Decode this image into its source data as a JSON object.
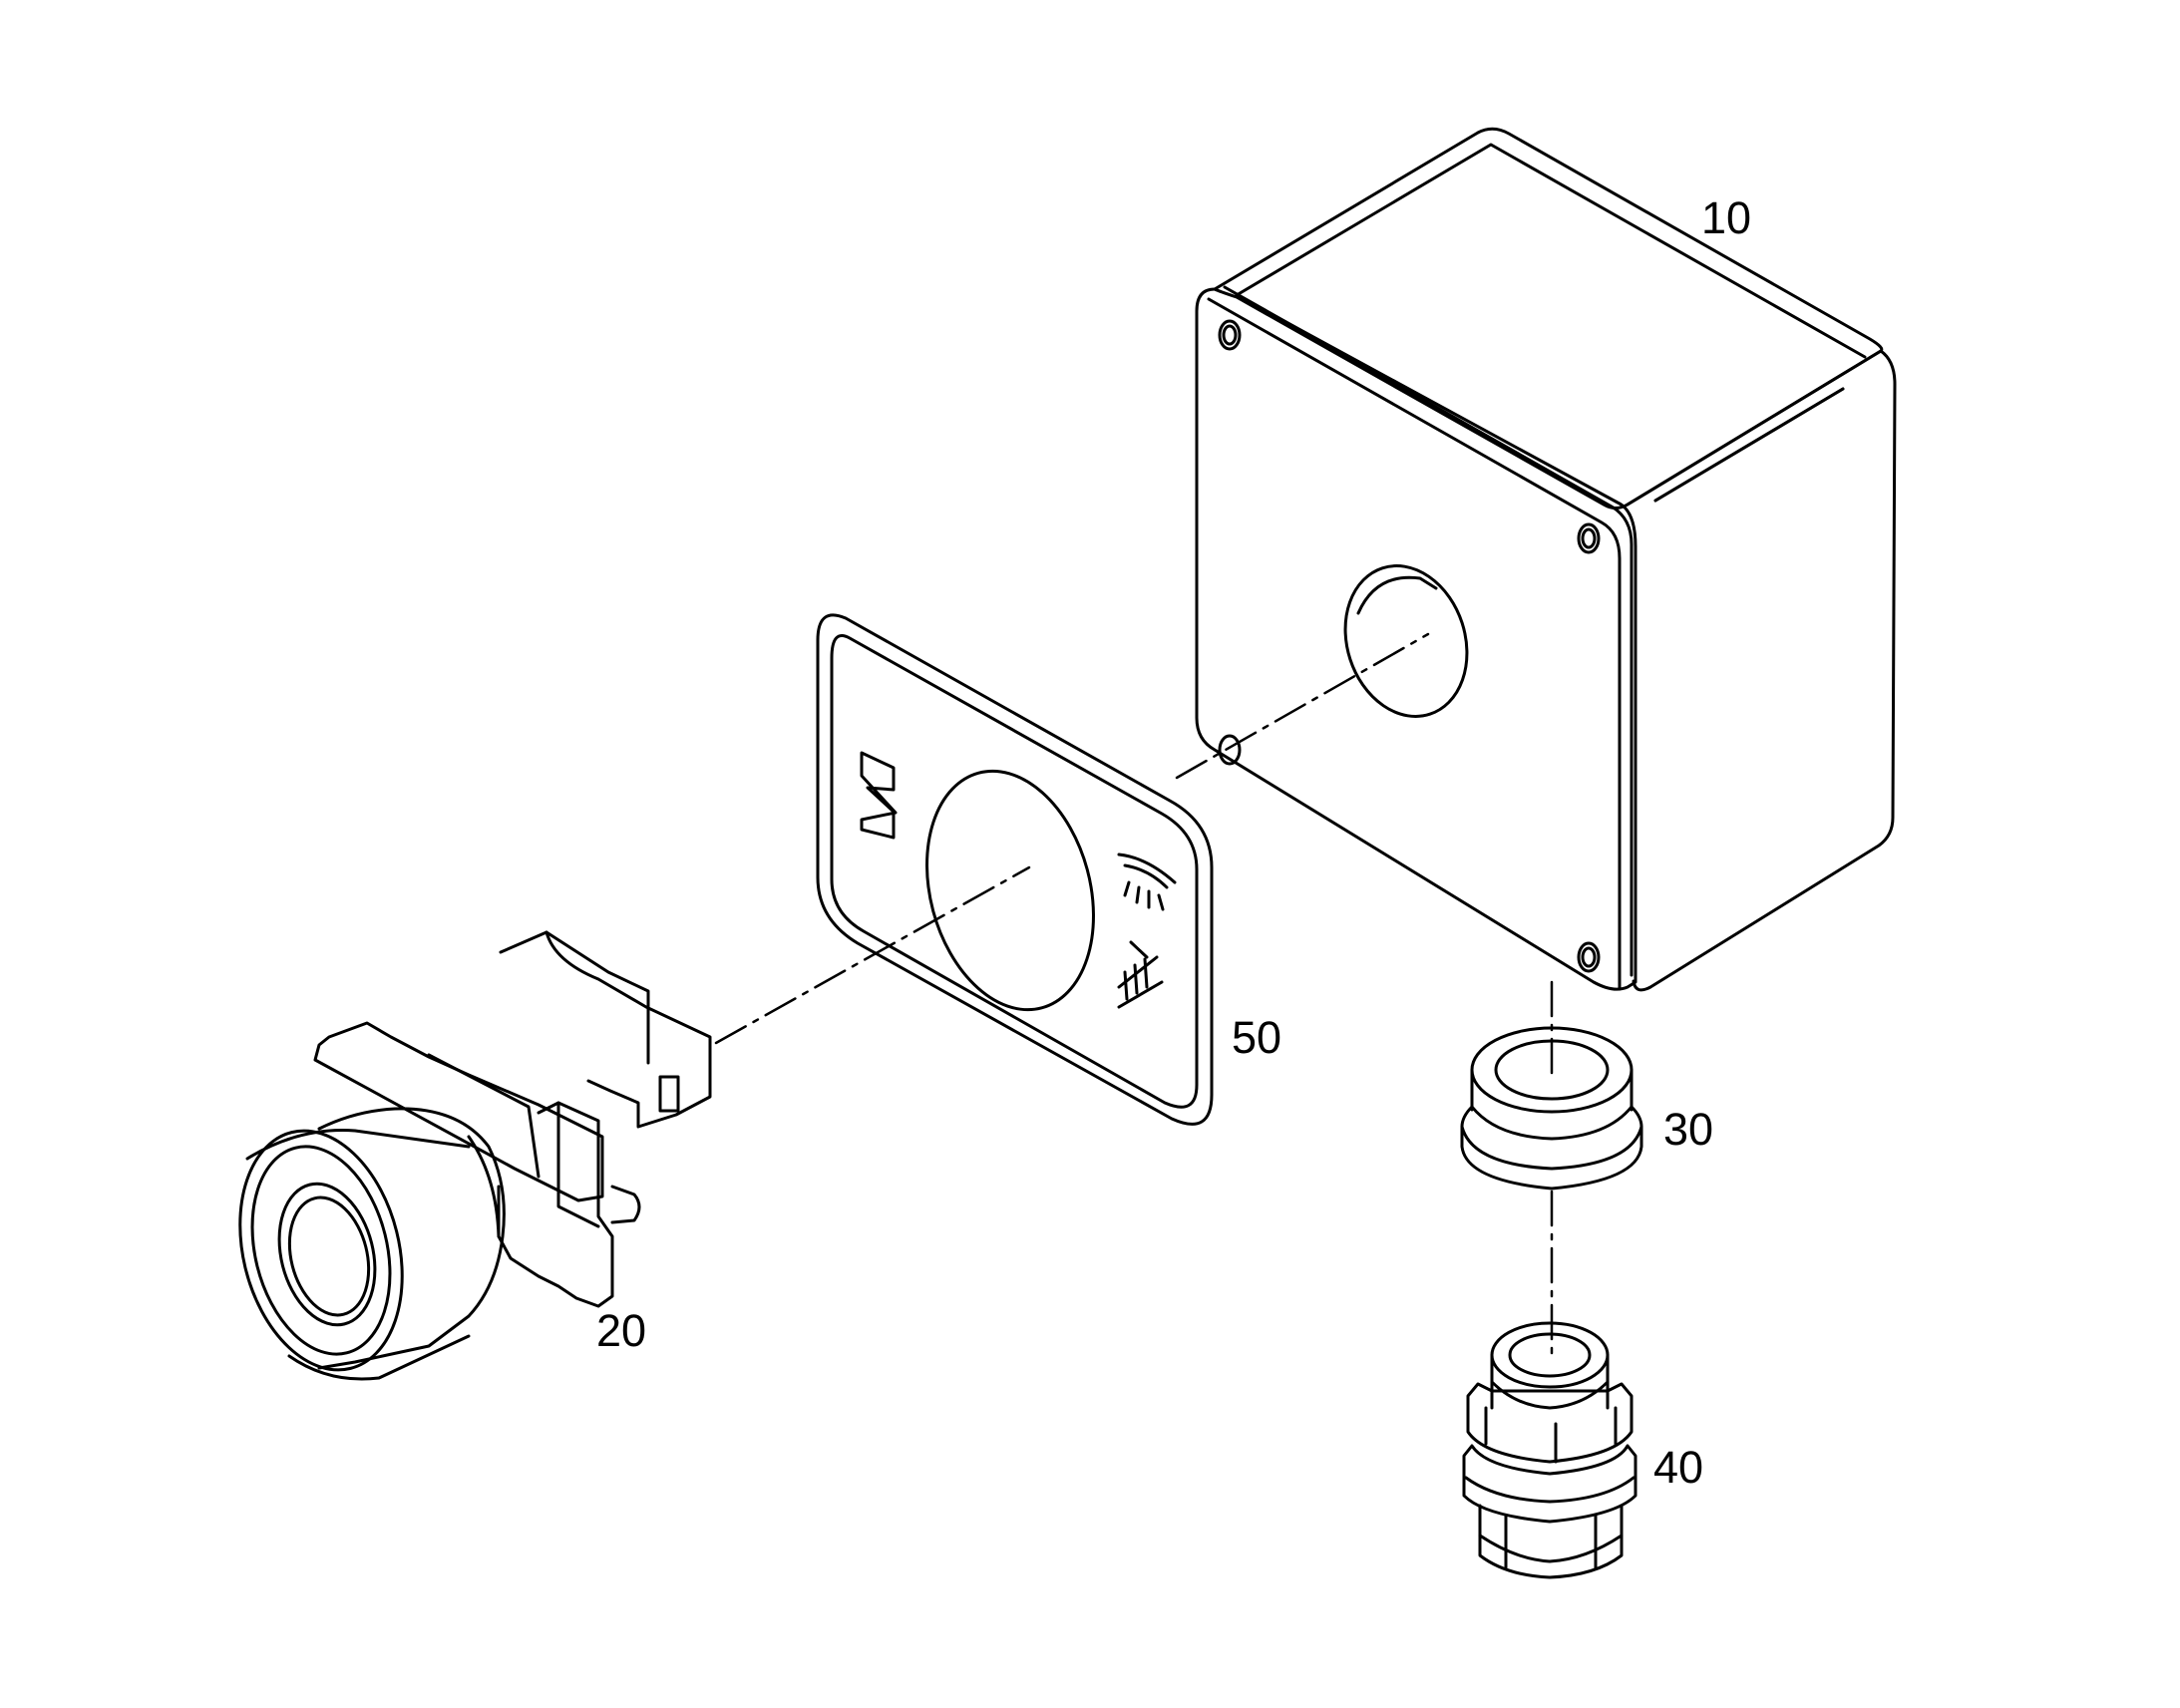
{
  "callouts": {
    "enclosure": "10",
    "pushbutton": "20",
    "grommet": "30",
    "cable_gland": "40",
    "legend_plate": "50"
  }
}
